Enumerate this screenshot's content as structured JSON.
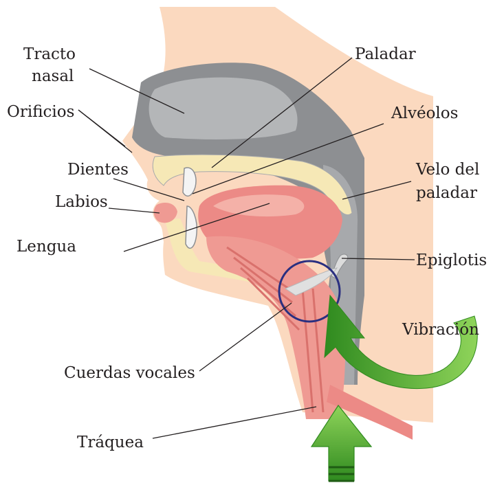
{
  "labels": {
    "tracto_nasal_line1": "Tracto",
    "tracto_nasal_line2": "nasal",
    "orificios": "Orificios",
    "dientes": "Dientes",
    "labios": "Labios",
    "lengua": "Lengua",
    "cuerdas_vocales": "Cuerdas vocales",
    "traquea": "Tráquea",
    "paladar": "Paladar",
    "alveolos": "Alvéolos",
    "velo_line1": "Velo del",
    "velo_line2": "paladar",
    "epiglotis": "Epiglotis",
    "vibracion": "Vibración"
  },
  "colors": {
    "skin": "#fbd9bf",
    "cavity": "#8d8f92",
    "cavity_light": "#b4b6b8",
    "cartilage": "#f6e8b6",
    "muscle": "#ec8a86",
    "muscle_light": "#f4b1a8",
    "arrow_green": "#5cb531",
    "circle": "#2a2f80"
  }
}
